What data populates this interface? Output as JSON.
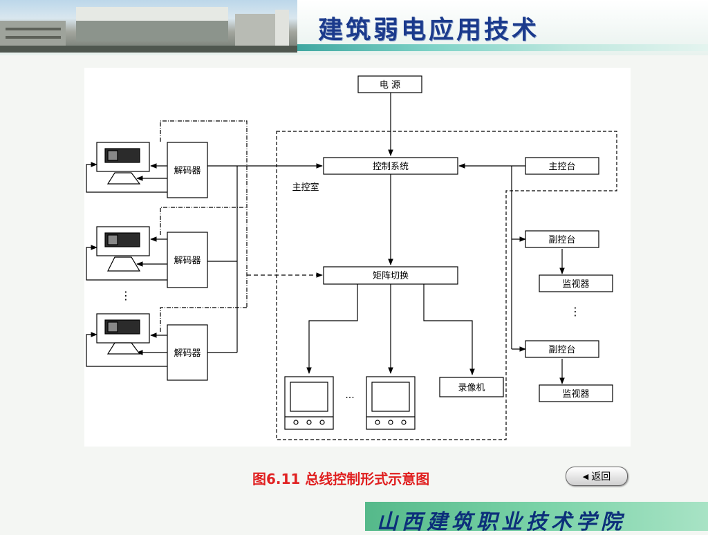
{
  "header": {
    "title": "建筑弱电应用技术"
  },
  "diagram": {
    "power": "电 源",
    "control_system": "控制系统",
    "main_console": "主控台",
    "main_room": "主控室",
    "matrix_switch": "矩阵切换",
    "decoder": "解码器",
    "sub_console": "副控台",
    "monitor": "监视器",
    "recorder": "录像机",
    "vdots": "⋮",
    "hdots": "···"
  },
  "caption": {
    "label": "图6.11  总线控制形式示意图"
  },
  "nav": {
    "back_label": "返回",
    "back_icon": "◀"
  },
  "footer": {
    "school": "山西建筑职业技术学院"
  },
  "colors": {
    "title": "#1b3a8c",
    "caption": "#e02020",
    "footer_band": "#79d2a7"
  }
}
